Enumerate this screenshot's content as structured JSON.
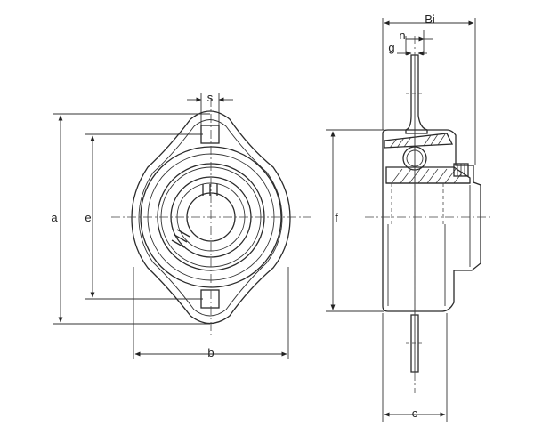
{
  "dimensions": {
    "a": "a",
    "e": "e",
    "s": "s",
    "b": "b",
    "f": "f",
    "Bi": "Bi",
    "n": "n",
    "g": "g",
    "c": "c"
  }
}
